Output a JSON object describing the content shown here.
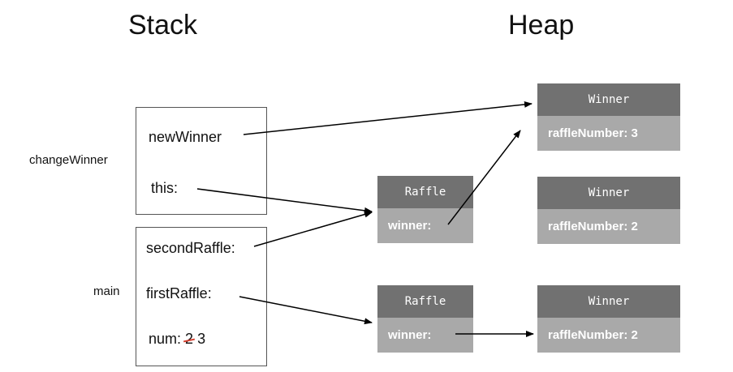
{
  "titles": {
    "stack": "Stack",
    "heap": "Heap"
  },
  "frames": {
    "changeWinner": {
      "label": "changeWinner",
      "vars": {
        "newWinner": "newWinner",
        "this": "this:"
      }
    },
    "main": {
      "label": "main",
      "vars": {
        "secondRaffle": "secondRaffle:",
        "firstRaffle": "firstRaffle:",
        "num_label": "num:",
        "num_old": "2",
        "num_new": "3"
      }
    }
  },
  "objects": {
    "raffle_top": {
      "class": "Raffle",
      "field": "winner:"
    },
    "raffle_bottom": {
      "class": "Raffle",
      "field": "winner:"
    },
    "winner_top": {
      "class": "Winner",
      "field": "raffleNumber: 3"
    },
    "winner_middle": {
      "class": "Winner",
      "field": "raffleNumber: 2"
    },
    "winner_bottom": {
      "class": "Winner",
      "field": "raffleNumber: 2"
    }
  },
  "colors": {
    "header": "#717171",
    "body": "#a9a9a9",
    "strike": "#d43b2a"
  }
}
